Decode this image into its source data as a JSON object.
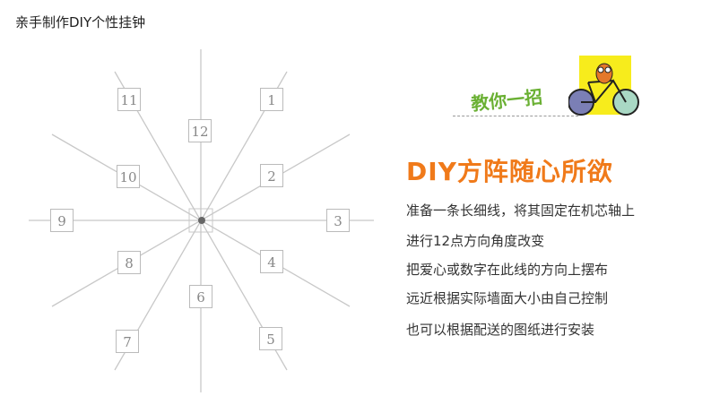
{
  "title": "亲手制作DIY个性挂钟",
  "dial": {
    "numbers": [
      "12",
      "1",
      "2",
      "3",
      "4",
      "5",
      "6",
      "7",
      "8",
      "9",
      "10",
      "11"
    ]
  },
  "banner": {
    "teach": "教你一招",
    "heading": "DIY方阵随心所欲"
  },
  "steps": [
    "准备一条长细线，将其固定在机芯轴上",
    "进行12点方向角度改变",
    "把爱心或数字在此线的方向上摆布",
    "远近根据实际墙面大小由自己控制",
    "也可以根据配送的图纸进行安装"
  ],
  "colors": {
    "accent": "#f07a1a",
    "green": "#6ab033",
    "line": "#c8c8c8"
  }
}
